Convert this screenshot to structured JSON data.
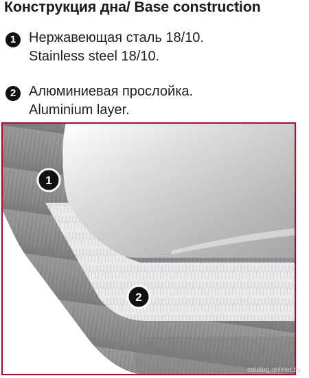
{
  "heading": "Конструкция дна/ Base construction",
  "items": [
    {
      "number": "1",
      "ru": "Нержавеющая сталь 18/10.",
      "en": "Stainless steel 18/10."
    },
    {
      "number": "2",
      "ru": "Алюминиевая прослойка.",
      "en": "Aluminium layer."
    }
  ],
  "diagram": {
    "markers": [
      "1",
      "2"
    ],
    "colors": {
      "frame": "#c0002a",
      "steel": "#8e8e8e",
      "steel_dark": "#6e6e6e",
      "aluminium": "#e6e8ea",
      "interior": "#c4c4c4"
    }
  },
  "watermark": "catalog.onliner.by"
}
